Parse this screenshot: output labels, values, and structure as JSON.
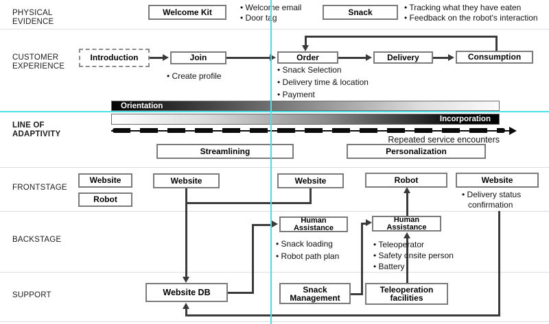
{
  "colors": {
    "crosshair": "#48e2e6",
    "arrow": "#3a3a3a",
    "box_border": "#7a7a7a"
  },
  "row_labels": {
    "physical_evidence": "PHYSICAL\nEVIDENCE",
    "customer_experience": "CUSTOMER\nEXPERIENCE",
    "line_of_adaptivity": "LINE OF\nADAPTIVITY",
    "frontstage": "FRONTSTAGE",
    "backstage": "BACKSTAGE",
    "support": "SUPPORT"
  },
  "physical_evidence": {
    "welcome_kit": "Welcome Kit",
    "snack": "Snack",
    "bullets_left": [
      "• Welcome email",
      "• Door tag"
    ],
    "bullets_right": [
      "• Tracking what they have eaten",
      "• Feedback on the robot's interaction"
    ]
  },
  "customer_experience": {
    "introduction": "Introduction",
    "join": "Join",
    "order": "Order",
    "delivery": "Delivery",
    "consumption": "Consumption",
    "join_bullets": [
      "• Create profile"
    ],
    "order_bullets": [
      "• Snack Selection",
      "• Delivery time & location",
      "• Payment"
    ]
  },
  "adaptivity": {
    "orientation": "Orientation",
    "incorporation": "Incorporation",
    "repeated_text": "Repeated service encounters",
    "streamlining": "Streamlining",
    "personalization": "Personalization"
  },
  "frontstage": {
    "website_a": "Website",
    "robot_a": "Robot",
    "website_b": "Website",
    "website_c": "Website",
    "robot_b": "Robot",
    "website_d": "Website",
    "delivery_bullets": [
      "• Delivery status",
      "confirmation"
    ]
  },
  "backstage": {
    "human_assistance_1": "Human\nAssistance",
    "human_assistance_2": "Human\nAssistance",
    "ha1_bullets": [
      "• Snack loading",
      "• Robot path plan"
    ],
    "ha2_bullets": [
      "• Teleoperator",
      "• Safety onsite person",
      "• Battery"
    ]
  },
  "support": {
    "website_db": "Website DB",
    "snack_management": "Snack\nManagement",
    "teleoperation_facilities": "Teleoperation\nfacilities"
  }
}
